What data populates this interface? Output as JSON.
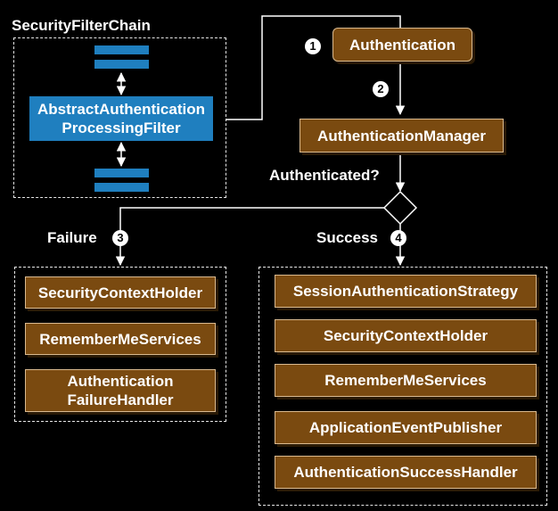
{
  "filter_chain": {
    "title": "SecurityFilterChain",
    "filter_line1": "AbstractAuthentication",
    "filter_line2": "ProcessingFilter"
  },
  "authentication": {
    "label": "Authentication",
    "step": "1"
  },
  "manager": {
    "label": "AuthenticationManager",
    "step": "2"
  },
  "decision": {
    "label": "Authenticated?"
  },
  "failure": {
    "label": "Failure",
    "step": "3",
    "items": [
      "SecurityContextHolder",
      "RememberMeServices"
    ],
    "handler_line1": "Authentication",
    "handler_line2": "FailureHandler"
  },
  "success": {
    "label": "Success",
    "step": "4",
    "items": [
      "SessionAuthenticationStrategy",
      "SecurityContextHolder",
      "RememberMeServices",
      "ApplicationEventPublisher",
      "AuthenticationSuccessHandler"
    ]
  },
  "colors": {
    "background": "#000000",
    "component_fill": "#7a4a10",
    "component_border": "#d9b98f",
    "filter_fill": "#1f7fbf",
    "line": "#ffffff"
  }
}
